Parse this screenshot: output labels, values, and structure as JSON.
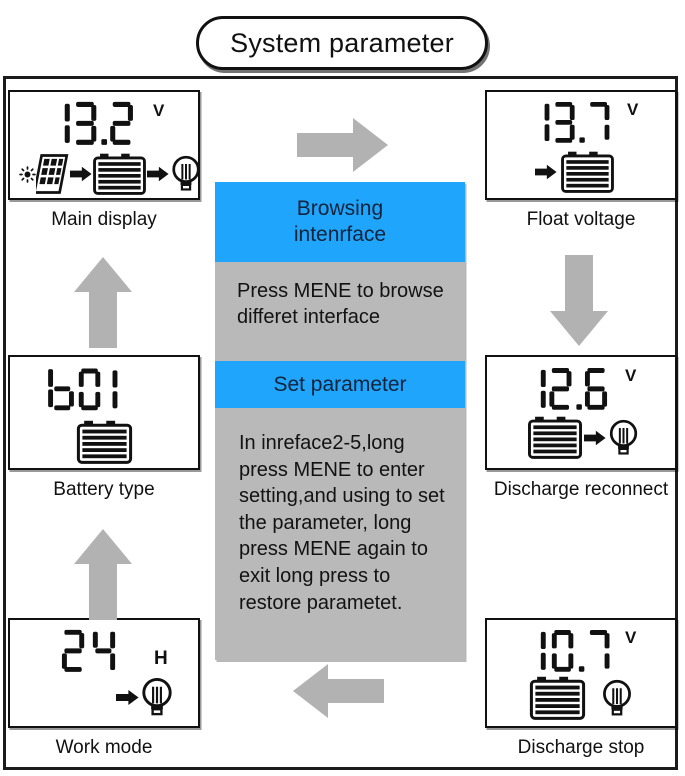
{
  "title": {
    "text": "System parameter"
  },
  "accent": {
    "blue": "#1FA5FB",
    "gray_band": "#B9B9B9",
    "arrow_gray": "#B2B2B2",
    "frame": "#1B1B1B"
  },
  "center_panel": {
    "browsing_label": "Browsing\nintenrface",
    "browsing_line1": "Browsing",
    "browsing_line2": "intenrface",
    "press_text": "Press MENE to browse differet interface",
    "set_parameter_label": "Set parameter",
    "long_press_text": "In inreface2-5,long press MENE to enter setting,and using to set the parameter, long press MENE again to exit long press to restore parametet."
  },
  "displays": [
    {
      "id": "main-display",
      "caption": "Main display",
      "value": "13.2",
      "unit": "V",
      "icons": [
        "sun-icon",
        "solar-panel-icon",
        "arrow-right-icon",
        "battery-icon",
        "arrow-right-icon",
        "bulb-icon"
      ]
    },
    {
      "id": "float-voltage",
      "caption": "Float voltage",
      "value": "13.7",
      "unit": "V",
      "icons": [
        "arrow-right-icon",
        "battery-icon"
      ]
    },
    {
      "id": "battery-type",
      "caption": "Battery type",
      "value": "b01",
      "unit": "",
      "icons": [
        "battery-icon"
      ]
    },
    {
      "id": "discharge-reconnect",
      "caption": "Discharge reconnect",
      "value": "12.6",
      "unit": "V",
      "icons": [
        "battery-icon",
        "arrow-right-icon",
        "bulb-icon"
      ]
    },
    {
      "id": "work-mode",
      "caption": "Work mode",
      "value": "24",
      "unit": "H",
      "icons": [
        "arrow-right-icon",
        "bulb-icon"
      ]
    },
    {
      "id": "discharge-stop",
      "caption": "Discharge stop",
      "value": "10.7",
      "unit": "V",
      "icons": [
        "battery-icon",
        "bulb-icon"
      ]
    }
  ],
  "flow_arrows": [
    {
      "name": "arrow-top-right",
      "direction": "right"
    },
    {
      "name": "arrow-right-down",
      "direction": "down"
    },
    {
      "name": "arrow-bottom-left",
      "direction": "left"
    },
    {
      "name": "arrow-left-up-lower",
      "direction": "up"
    },
    {
      "name": "arrow-left-up-upper",
      "direction": "up"
    }
  ]
}
